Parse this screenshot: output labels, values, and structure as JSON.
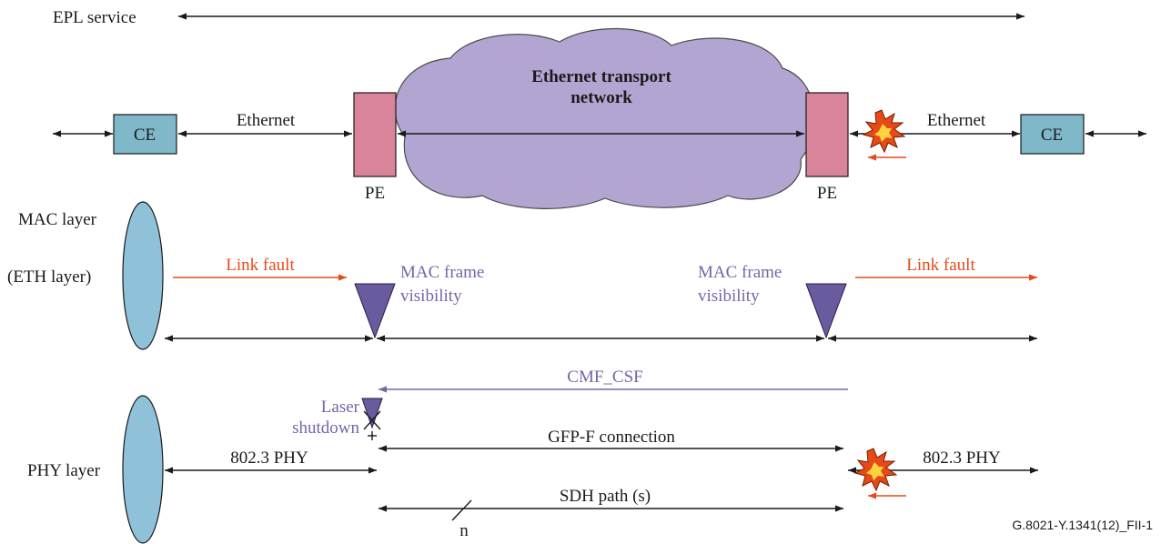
{
  "colors": {
    "ce_fill": "#7fb8c9",
    "pe_fill": "#d9849b",
    "cloud_fill": "#b3a5d2",
    "layer_fill": "#8fc1d9",
    "mac_triangle": "#6a5a9e",
    "purple_text": "#7864a8",
    "red": "#e64a19",
    "black": "#1a1a1a"
  },
  "labels": {
    "epl_service": "EPL service",
    "ce_left": "CE",
    "ce_right": "CE",
    "ethernet_left": "Ethernet",
    "ethernet_right": "Ethernet",
    "pe_left": "PE",
    "pe_right": "PE",
    "cloud_line1": "Ethernet transport",
    "cloud_line2": "network",
    "mac_layer": "MAC layer",
    "eth_layer": "(ETH  layer)",
    "link_fault_left": "Link fault",
    "link_fault_right": "Link fault",
    "mac_frame_left_1": "MAC frame",
    "mac_frame_left_2": "visibility",
    "mac_frame_right_1": "MAC frame",
    "mac_frame_right_2": "visibility",
    "cmf_csf": "CMF_CSF",
    "laser_1": "Laser",
    "laser_2": "shutdown",
    "gfp_connection": "GFP-F  connection",
    "phy_left": "802.3 PHY",
    "phy_right": "802.3 PHY",
    "phy_layer": "PHY layer",
    "sdh_path": "SDH  path (s)",
    "n": "n",
    "figure_id": "G.8021-Y.1341(12)_FII-1"
  }
}
